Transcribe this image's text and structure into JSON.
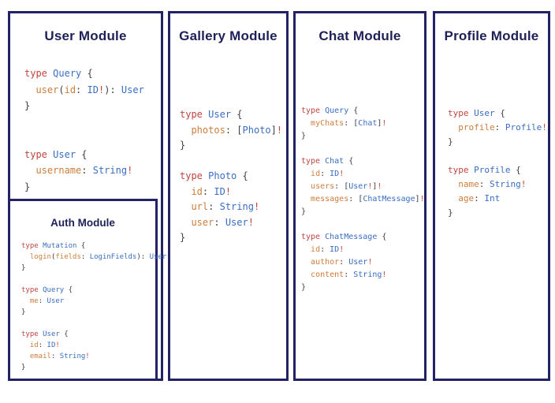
{
  "colors": {
    "panel_border": "#232264",
    "module_title": "#1e2058",
    "code_keyword": "#c04540",
    "code_type": "#3a6ec2",
    "code_field": "#cd7d3c",
    "code_bang": "#c04540",
    "code_punct": "#3d3f44"
  },
  "panels": [
    {
      "key": "user",
      "title": "User Module",
      "code": [
        "type Query {",
        "  user(id: ID!): User",
        "}",
        "",
        "",
        "type User {",
        "  username: String!",
        "}"
      ],
      "nested": {
        "key": "auth",
        "title": "Auth Module",
        "code": [
          "type Mutation {",
          "  login(fields: LoginFields): User",
          "}",
          "",
          "type Query {",
          "  me: User",
          "}",
          "",
          "type User {",
          "  id: ID!",
          "  email: String!",
          "}"
        ]
      }
    },
    {
      "key": "gallery",
      "title": "Gallery Module",
      "code": [
        "type User {",
        "  photos: [Photo]!",
        "}",
        "",
        "type Photo {",
        "  id: ID!",
        "  url: String!",
        "  user: User!",
        "}"
      ]
    },
    {
      "key": "chat",
      "title": "Chat Module",
      "code": [
        "type Query {",
        "  myChats: [Chat]!",
        "}",
        "",
        "type Chat {",
        "  id: ID!",
        "  users: [User!]!",
        "  messages: [ChatMessage]!",
        "}",
        "",
        "type ChatMessage {",
        "  id: ID!",
        "  author: User!",
        "  content: String!",
        "}"
      ]
    },
    {
      "key": "profile",
      "title": "Profile Module",
      "code": [
        "type User {",
        "  profile: Profile!",
        "}",
        "",
        "type Profile {",
        "  name: String!",
        "  age: Int",
        "}"
      ]
    }
  ]
}
